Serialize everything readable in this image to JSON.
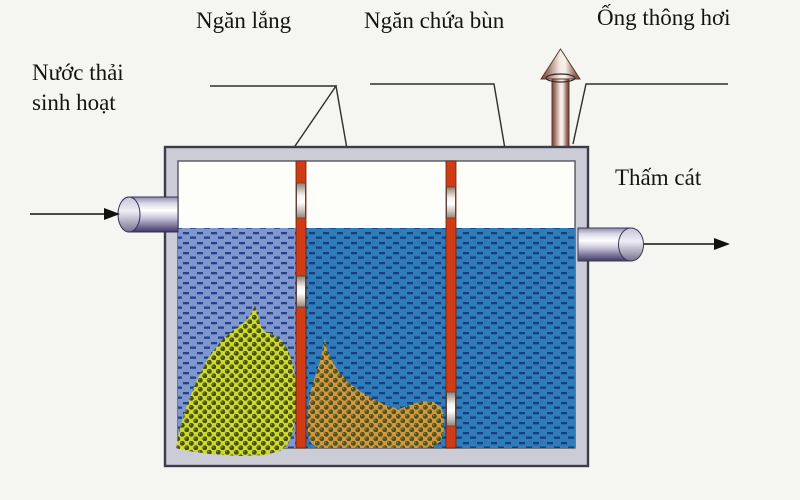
{
  "diagram": {
    "type": "septic-tank-cross-section",
    "labels": {
      "wastewater_line1": "Nước thải",
      "wastewater_line2": "sinh hoạt",
      "settling_chamber": "Ngăn lắng",
      "sludge_chamber": "Ngăn chứa bùn",
      "vent_pipe": "Ống thông hơi",
      "sand_filter": "Thấm cát"
    },
    "colors": {
      "water_light": "#8097ce",
      "water_light_dash": "#24418c",
      "water_dark": "#2e7dba",
      "water_dark_dash": "#163d7d",
      "baffle_red": "#d23c14",
      "sludge_yellow": "#ccd830",
      "sludge_yellow_dot": "#46500f",
      "sludge_brown": "#d39742",
      "sludge_brown_dot": "#4b521c",
      "tank_wall": "#cbccd6",
      "outline": "#3c3c44"
    }
  }
}
